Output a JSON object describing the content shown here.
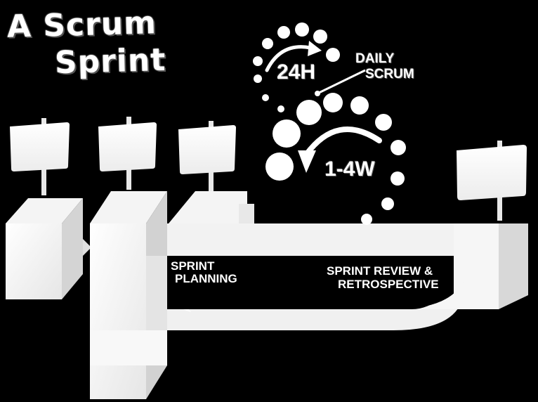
{
  "title": {
    "line1": "A Scrum",
    "line2": "Sprint"
  },
  "daily": {
    "hours": "24H",
    "line1": "DAILY",
    "line2": "SCRUM"
  },
  "sprint": {
    "weeks": "1-4W"
  },
  "phases": {
    "planning_line1": "SPRINT",
    "planning_line2": "PLANNING",
    "review_line1": "SPRINT REVIEW &",
    "review_line2": "RETROSPECTIVE"
  },
  "colors": {
    "background": "#000000",
    "foreground": "#ffffff"
  }
}
